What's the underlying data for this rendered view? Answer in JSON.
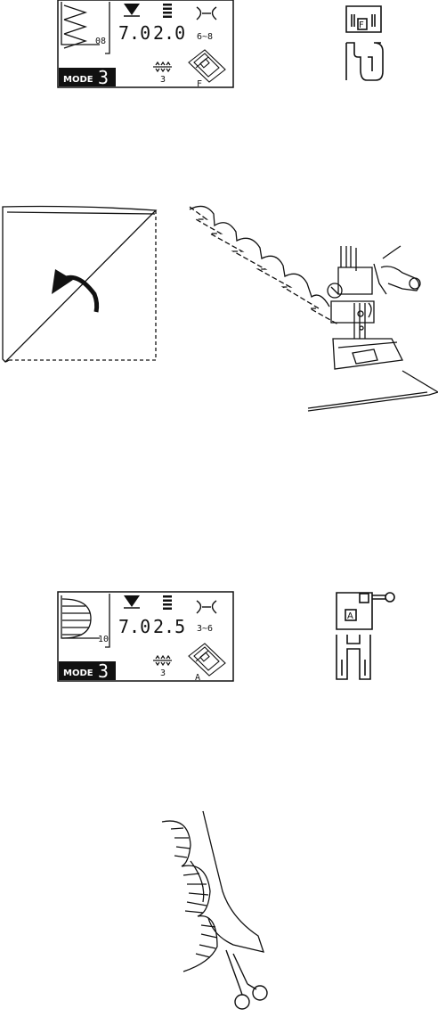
{
  "panel1": {
    "pattern_number": "08",
    "stitch_width": "7.0",
    "stitch_length": "2.0",
    "tension_range": "6~8",
    "mode_label": "MODE",
    "mode_number": "3",
    "feed_value": "3",
    "presser_foot": "F"
  },
  "foot1": {
    "letter": "F"
  },
  "panel2": {
    "pattern_number": "10",
    "stitch_width": "7.0",
    "stitch_length": "2.5",
    "tension_range": "3~6",
    "mode_label": "MODE",
    "mode_number": "3",
    "feed_value": "3",
    "presser_foot": "A"
  },
  "foot2": {
    "letter": "A"
  }
}
